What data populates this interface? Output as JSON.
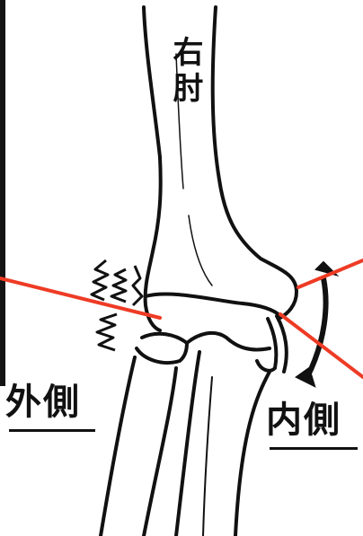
{
  "labels": {
    "right_elbow": "右肘",
    "lateral": "外側",
    "medial": "内側"
  },
  "colors": {
    "ink": "#111111",
    "pointer": "#ee3b25",
    "background": "#ffffff"
  },
  "icons": {
    "lateral_pain": "zigzag-burst-icon",
    "medial_rotation": "double-arrow-icon"
  }
}
